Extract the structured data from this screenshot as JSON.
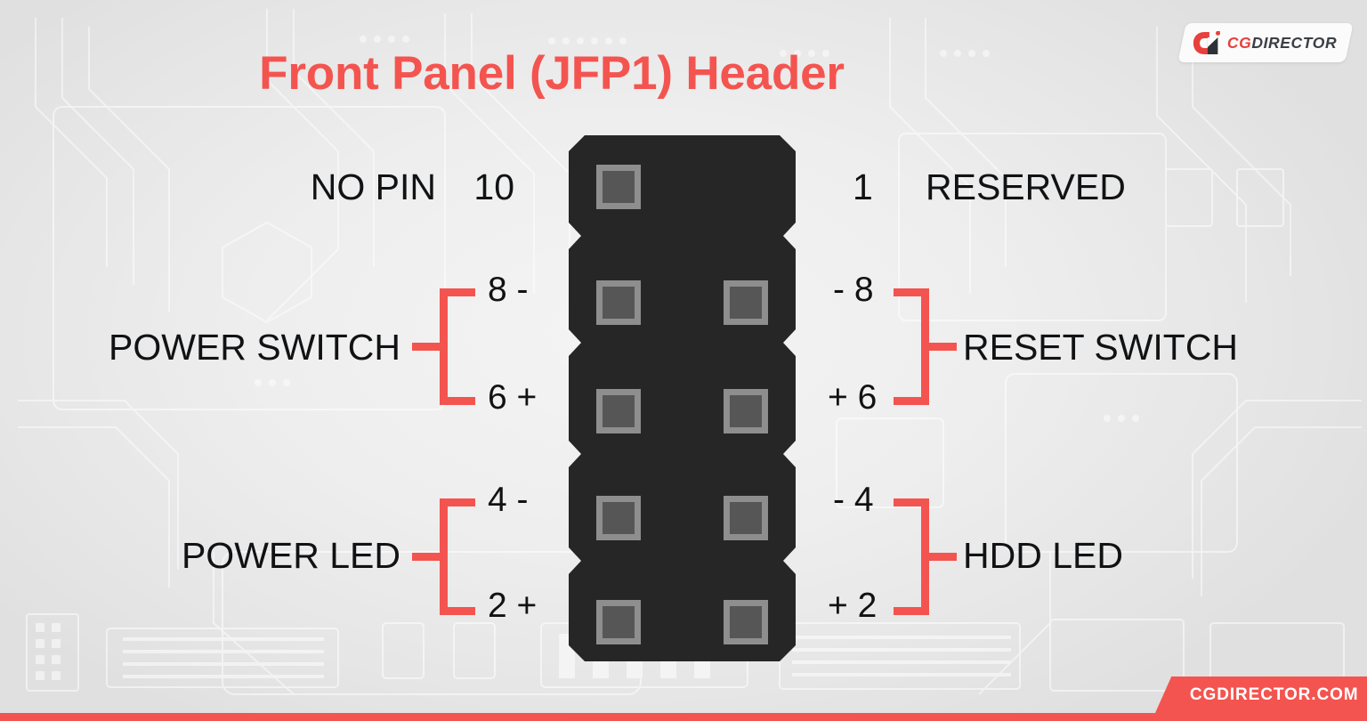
{
  "brand": {
    "logo_cg": "CG",
    "logo_director": "DIRECTOR",
    "logo_mark_icon": "cgdirector-c-mark-icon",
    "url_banner": "CGDIRECTOR.COM"
  },
  "title": "Front Panel (JFP1) Header",
  "colors": {
    "accent_red": "#f4544f",
    "title_red": "#f4544f",
    "connector_body": "#262627",
    "pin_border": "#8e8e8e",
    "pin_fill": "#565656",
    "text_dark": "#111214",
    "background": "#eeeeee"
  },
  "connector": {
    "name": "JFP1 front panel header",
    "pin_count_visible": 9,
    "left_column_pins": 5,
    "right_column_pins": 4,
    "missing_pin_position": "top-right"
  },
  "labels": {
    "left": [
      {
        "text": "NO PIN",
        "pin": "10"
      }
    ],
    "right": [
      {
        "pin": "1",
        "text": "RESERVED"
      }
    ]
  },
  "groups": {
    "power_switch": {
      "name": "POWER SWITCH",
      "top_pin": "8 -",
      "bottom_pin": "6 +"
    },
    "power_led": {
      "name": "POWER LED",
      "top_pin": "4 -",
      "bottom_pin": "2 +"
    },
    "reset_switch": {
      "name": "RESET SWITCH",
      "top_pin": "- 8",
      "bottom_pin": "+ 6"
    },
    "hdd_led": {
      "name": "HDD LED",
      "top_pin": "- 4",
      "bottom_pin": "+ 2"
    }
  }
}
